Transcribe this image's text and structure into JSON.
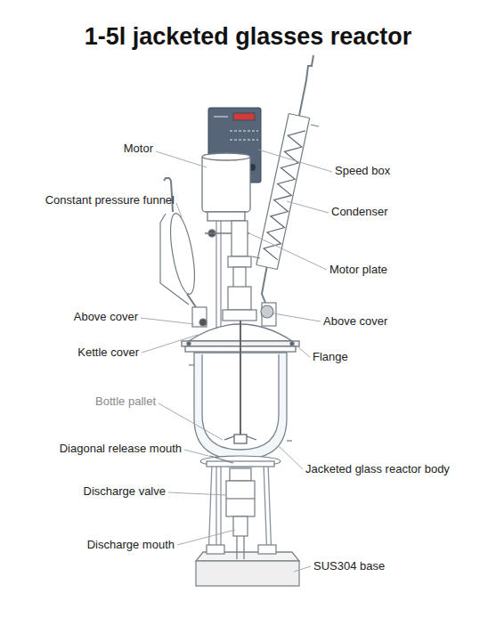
{
  "diagram": {
    "title": "1-5l jacketed glasses reactor",
    "labels": [
      "Motor",
      "Speed box",
      "Constant pressure funnel",
      "Condenser",
      "Motor plate",
      "Above cover",
      "Above cover",
      "Kettle cover",
      "Flange",
      "Bottle pallet",
      "Diagonal release mouth",
      "Jacketed glass reactor body",
      "Discharge valve",
      "Discharge mouth",
      "SUS304 base"
    ]
  }
}
